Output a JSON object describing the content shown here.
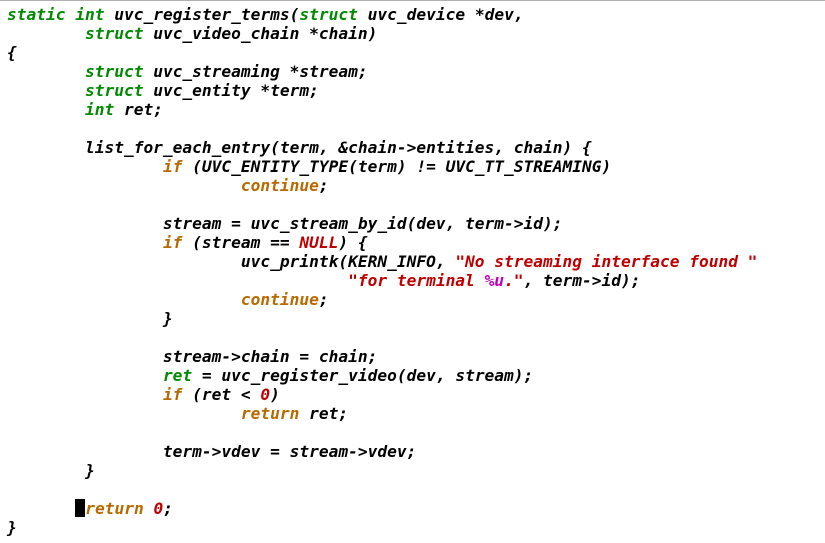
{
  "editor": {
    "language": "c",
    "cursor": {
      "line": 27,
      "column": 8
    },
    "colors": {
      "background": "#ffffff",
      "text": "#000000",
      "type_keyword": "#008a00",
      "control_keyword": "#b86a00",
      "string": "#c00000",
      "number": "#c00000",
      "constant": "#c00000",
      "format_specifier": "#c000c0"
    },
    "lines": [
      [
        {
          "t": "kw",
          "v": "static"
        },
        {
          "t": "",
          "v": " "
        },
        {
          "t": "kw",
          "v": "int"
        },
        {
          "t": "",
          "v": " uvc_register_terms("
        },
        {
          "t": "kw",
          "v": "struct"
        },
        {
          "t": "",
          "v": " uvc_device *dev,"
        }
      ],
      [
        {
          "t": "",
          "v": "        "
        },
        {
          "t": "kw",
          "v": "struct"
        },
        {
          "t": "",
          "v": " uvc_video_chain *chain)"
        }
      ],
      [
        {
          "t": "",
          "v": "{"
        }
      ],
      [
        {
          "t": "",
          "v": "        "
        },
        {
          "t": "kw",
          "v": "struct"
        },
        {
          "t": "",
          "v": " uvc_streaming *stream;"
        }
      ],
      [
        {
          "t": "",
          "v": "        "
        },
        {
          "t": "kw",
          "v": "struct"
        },
        {
          "t": "",
          "v": " uvc_entity *term;"
        }
      ],
      [
        {
          "t": "",
          "v": "        "
        },
        {
          "t": "kw",
          "v": "int"
        },
        {
          "t": "",
          "v": " ret;"
        }
      ],
      [],
      [
        {
          "t": "",
          "v": "        list_for_each_entry(term, &chain->entities, chain) {"
        }
      ],
      [
        {
          "t": "",
          "v": "                "
        },
        {
          "t": "ctl",
          "v": "if"
        },
        {
          "t": "",
          "v": " (UVC_ENTITY_TYPE(term) != UVC_TT_STREAMING)"
        }
      ],
      [
        {
          "t": "",
          "v": "                        "
        },
        {
          "t": "ctl",
          "v": "continue"
        },
        {
          "t": "",
          "v": ";"
        }
      ],
      [],
      [
        {
          "t": "",
          "v": "                stream = uvc_stream_by_id(dev, term->id);"
        }
      ],
      [
        {
          "t": "",
          "v": "                "
        },
        {
          "t": "ctl",
          "v": "if"
        },
        {
          "t": "",
          "v": " (stream == "
        },
        {
          "t": "const",
          "v": "NULL"
        },
        {
          "t": "",
          "v": ") {"
        }
      ],
      [
        {
          "t": "",
          "v": "                        uvc_printk(KERN_INFO, "
        },
        {
          "t": "str",
          "v": "\"No streaming interface found \""
        }
      ],
      [
        {
          "t": "",
          "v": "                                   "
        },
        {
          "t": "str",
          "v": "\"for terminal "
        },
        {
          "t": "fmt",
          "v": "%u"
        },
        {
          "t": "str",
          "v": ".\""
        },
        {
          "t": "",
          "v": ", term->id);"
        }
      ],
      [
        {
          "t": "",
          "v": "                        "
        },
        {
          "t": "ctl",
          "v": "continue"
        },
        {
          "t": "",
          "v": ";"
        }
      ],
      [
        {
          "t": "",
          "v": "                }"
        }
      ],
      [],
      [
        {
          "t": "",
          "v": "                stream->chain = chain;"
        }
      ],
      [
        {
          "t": "",
          "v": "                "
        },
        {
          "t": "kw",
          "v": "ret"
        },
        {
          "t": "",
          "v": " = uvc_register_video(dev, stream);"
        }
      ],
      [
        {
          "t": "",
          "v": "                "
        },
        {
          "t": "ctl",
          "v": "if"
        },
        {
          "t": "",
          "v": " (ret < "
        },
        {
          "t": "num",
          "v": "0"
        },
        {
          "t": "",
          "v": ")"
        }
      ],
      [
        {
          "t": "",
          "v": "                        "
        },
        {
          "t": "ctl",
          "v": "return"
        },
        {
          "t": "",
          "v": " ret;"
        }
      ],
      [],
      [
        {
          "t": "",
          "v": "                term->vdev = stream->vdev;"
        }
      ],
      [
        {
          "t": "",
          "v": "        }"
        }
      ],
      [],
      [
        {
          "t": "",
          "v": "       "
        },
        {
          "t": "cursor",
          "v": ""
        },
        {
          "t": "ctl",
          "v": "return"
        },
        {
          "t": "",
          "v": " "
        },
        {
          "t": "num",
          "v": "0"
        },
        {
          "t": "",
          "v": ";"
        }
      ],
      [
        {
          "t": "",
          "v": "}"
        }
      ]
    ]
  }
}
